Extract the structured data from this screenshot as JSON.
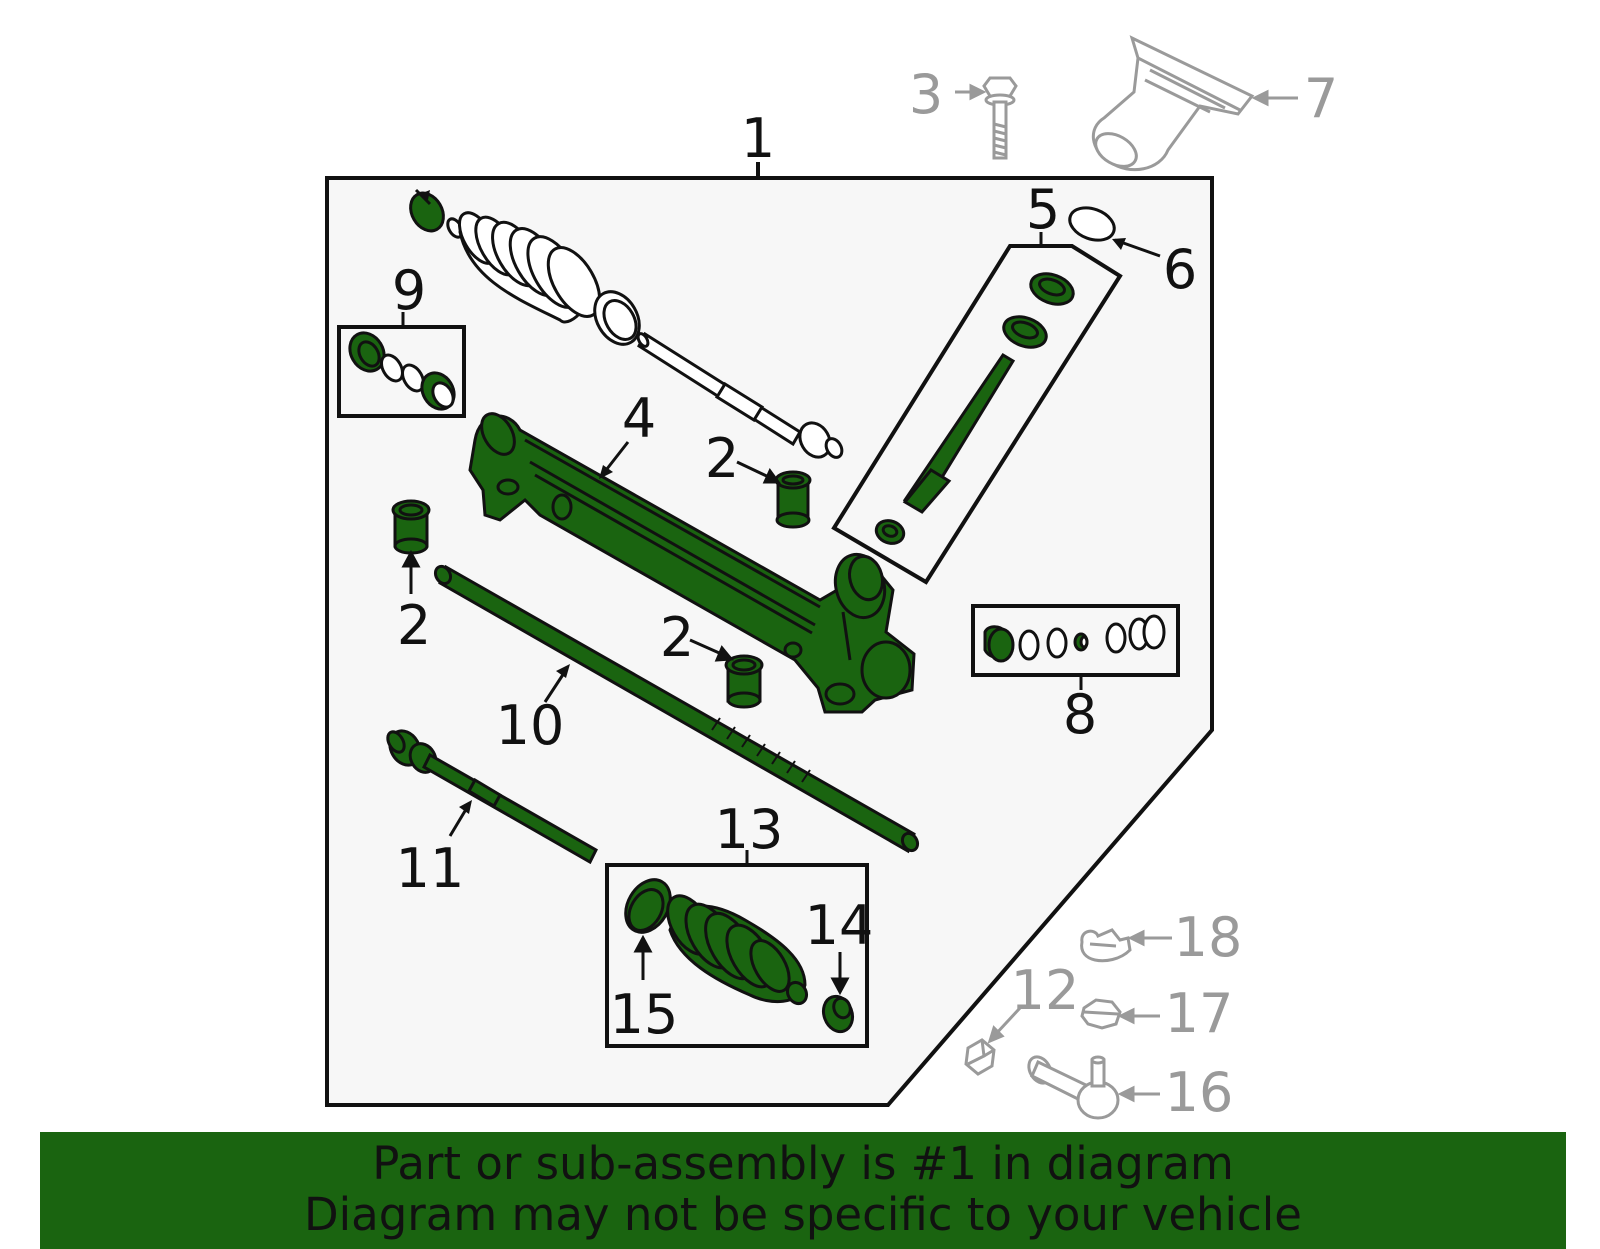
{
  "diagram": {
    "colors": {
      "part_green": "#1a6410",
      "outline": "#111111",
      "aux_gray": "#9a9a9a",
      "panel_fill": "#f7f7f7"
    },
    "callouts": {
      "c1": "1",
      "c2a": "2",
      "c2b": "2",
      "c2c": "2",
      "c3": "3",
      "c4": "4",
      "c5": "5",
      "c6": "6",
      "c7": "7",
      "c8": "8",
      "c9": "9",
      "c10": "10",
      "c11": "11",
      "c12": "12",
      "c13": "13",
      "c14": "14",
      "c15": "15",
      "c16": "16",
      "c17": "17",
      "c18": "18"
    }
  },
  "footer": {
    "line1": "Part or sub-assembly is #1 in diagram",
    "line2": "Diagram may not be specific to your vehicle"
  }
}
